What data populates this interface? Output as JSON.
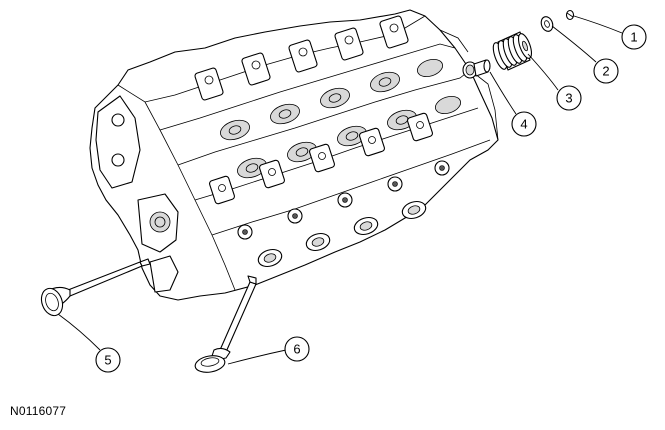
{
  "figure_id": "N0116077",
  "callouts": [
    {
      "label": "1"
    },
    {
      "label": "2"
    },
    {
      "label": "3"
    },
    {
      "label": "4"
    },
    {
      "label": "5"
    },
    {
      "label": "6"
    }
  ]
}
